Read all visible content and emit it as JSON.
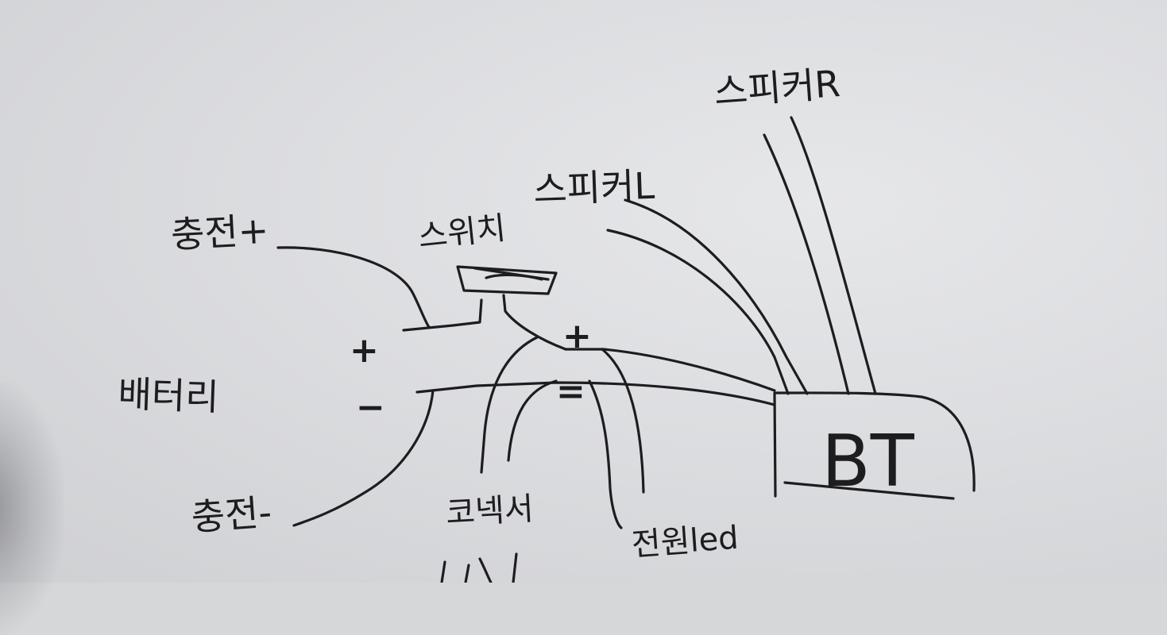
{
  "diagram": {
    "labels": {
      "speaker_r": "스피커R",
      "speaker_l": "스피커L",
      "switch": "스위치",
      "charge_plus": "충전+",
      "battery": "배터리",
      "charge_minus": "충전-",
      "connector": "코넥서",
      "power_led": "전원led",
      "bt": "BT",
      "battery_plus": "+",
      "battery_minus": "−",
      "junction_plus": "+",
      "junction_minus": "="
    }
  }
}
